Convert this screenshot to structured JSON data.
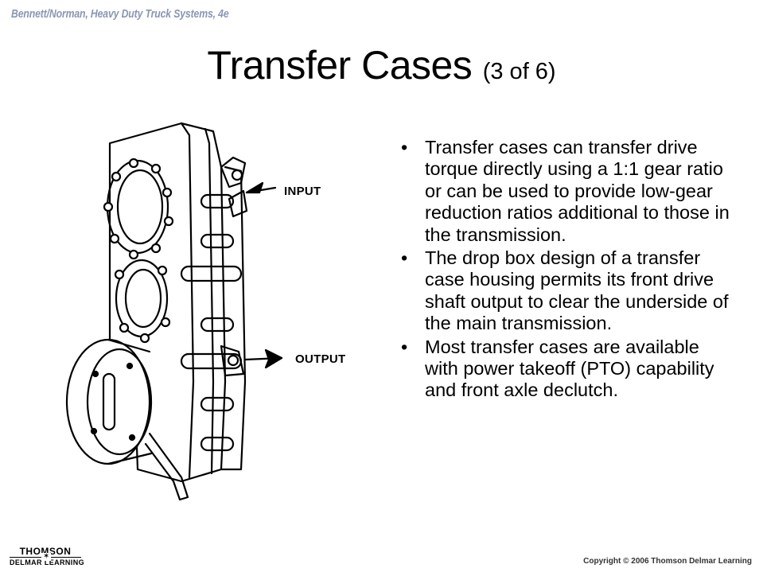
{
  "header": {
    "book_title": "Bennett/Norman, Heavy Duty Truck Systems, 4e"
  },
  "slide": {
    "title": "Transfer Cases",
    "title_suffix": "(3 of 6)",
    "bullets": [
      "Transfer cases can transfer drive torque directly using a 1:1 gear ratio or can be used to provide low-gear reduction ratios additional to those in the transmission.",
      "The drop box design of a transfer case housing permits its front drive shaft output to clear the underside of the main transmission.",
      "Most transfer cases are available with power takeoff (PTO) capability and front axle declutch."
    ]
  },
  "figure": {
    "input_label": "INPUT",
    "output_label": "OUTPUT"
  },
  "footer": {
    "publisher_line1": "THOMSON",
    "publisher_line2": "DELMAR LEARNING",
    "copyright": "Copyright © 2006 Thomson Delmar Learning"
  }
}
